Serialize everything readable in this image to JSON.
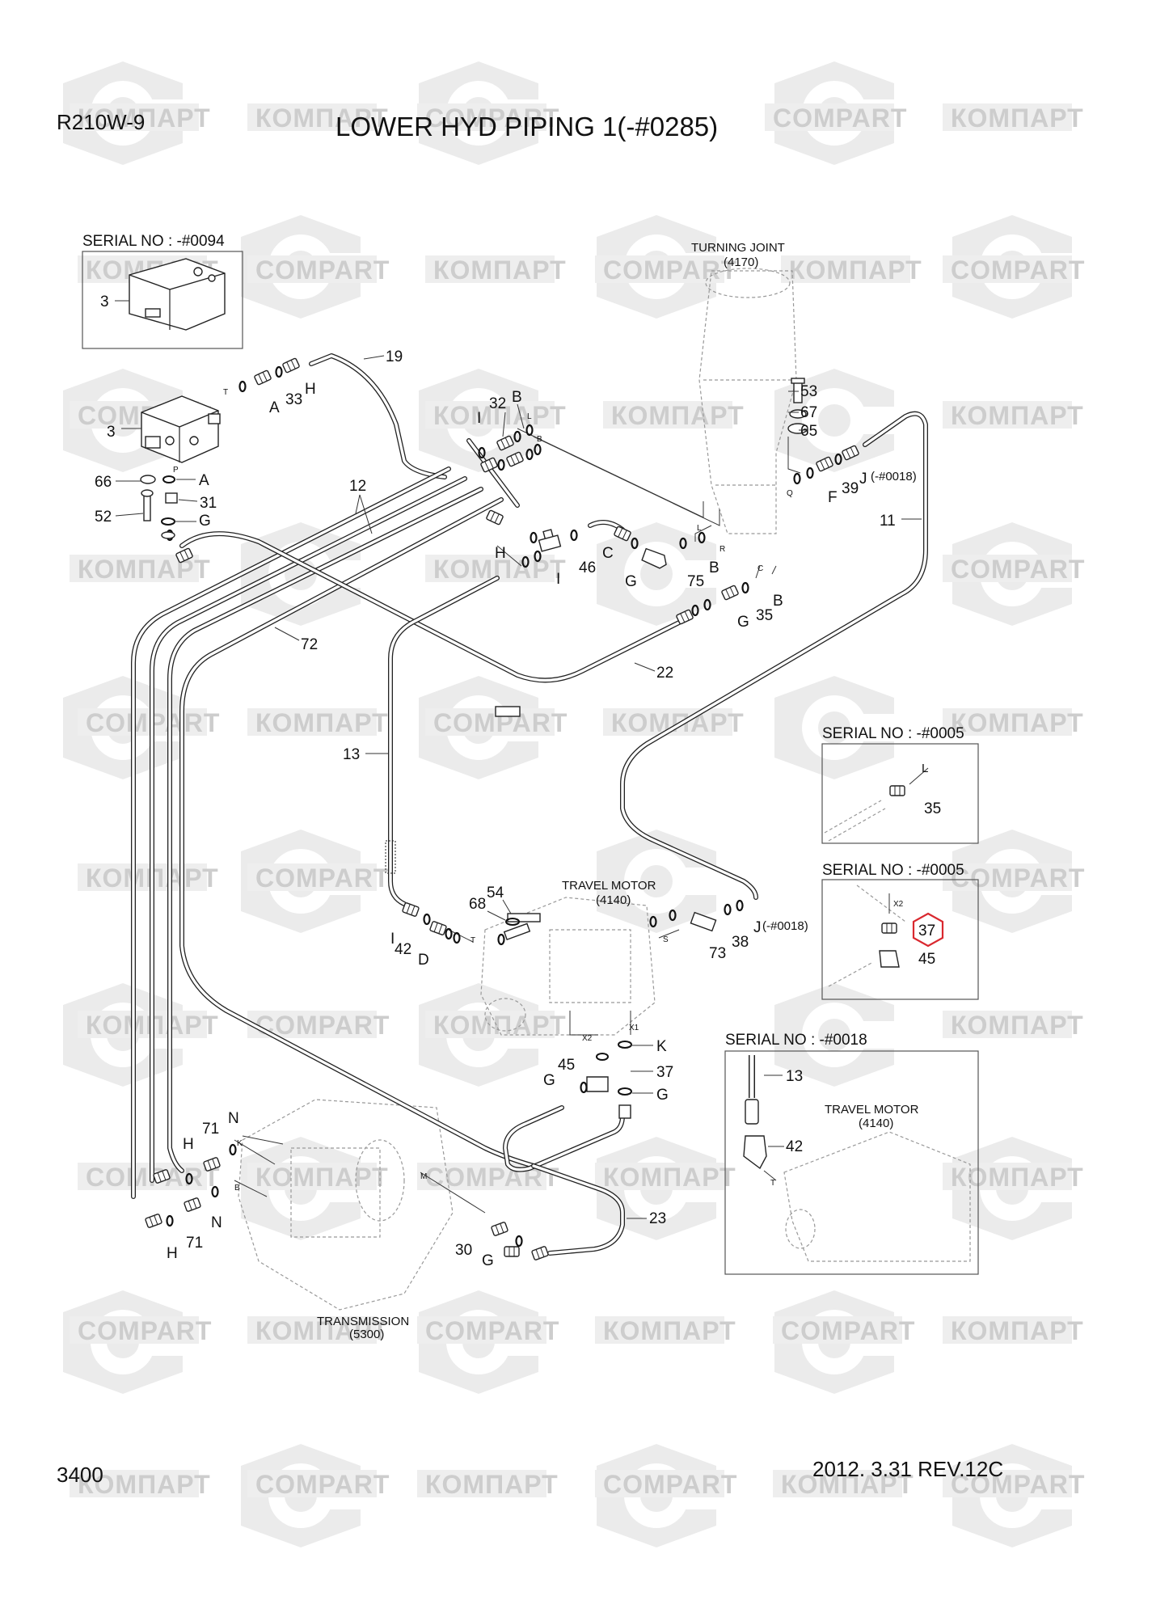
{
  "header": {
    "model": "R210W-9",
    "title": "LOWER HYD PIPING 1(-#0285)"
  },
  "footer": {
    "page_number": "3400",
    "date_revision": "2012. 3.31  REV.12C"
  },
  "watermark": {
    "text_cyrillic": "КОМПАРТ",
    "text_latin": "COMPART"
  },
  "components": {
    "turning_joint": "TURNING JOINT",
    "turning_joint_ref": "(4170)",
    "travel_motor": "TRAVEL MOTOR",
    "travel_motor_ref": "(4140)",
    "transmission": "TRANSMISSION",
    "transmission_ref": "(5300)"
  },
  "insets": {
    "serial_0094": "SERIAL NO : -#0094",
    "serial_0005_a": "SERIAL NO : -#0005",
    "serial_0005_b": "SERIAL NO : -#0005",
    "serial_0018": "SERIAL NO : -#0018",
    "inset_0018_travel_motor": "TRAVEL MOTOR",
    "inset_0018_travel_motor_ref": "(4140)"
  },
  "labels": {
    "p3a": "3",
    "p3b": "3",
    "pA1": "A",
    "p33": "33",
    "pH1": "H",
    "p19": "19",
    "pT1": "T",
    "pP1": "P",
    "p66": "66",
    "pA2": "A",
    "p31": "31",
    "p52": "52",
    "pG1": "G",
    "p32": "32",
    "pB1": "B",
    "pI1": "I",
    "p53": "53",
    "p67": "67",
    "p65": "65",
    "p39": "39",
    "pJ1": "J",
    "p0018a": "(-#0018)",
    "pF": "F",
    "pQ": "Q",
    "p12": "12",
    "p11": "11",
    "pL1": "L",
    "pR": "R",
    "pC1": "C",
    "pH2": "H",
    "pC2": "C",
    "p46": "46",
    "pI2": "I",
    "pG2": "G",
    "p75": "75",
    "pB2": "B",
    "pB3": "B",
    "pG3": "G",
    "p35a": "35",
    "p72": "72",
    "p22": "22",
    "p13a": "13",
    "pL2": "L",
    "p35b": "35",
    "pX2a": "X2",
    "p37a": "37",
    "p45a": "45",
    "p54": "54",
    "p68": "68",
    "pI3": "I",
    "p42a": "42",
    "pD": "D",
    "pT2": "T",
    "pS": "S",
    "p73": "73",
    "p38": "38",
    "pJ2": "J",
    "p0018b": "(-#0018)",
    "pX2b": "X2",
    "pX1": "X1",
    "pK1": "K",
    "p45b": "45",
    "pG4": "G",
    "p37b": "37",
    "pG5": "G",
    "p13b": "13",
    "p42b": "42",
    "pT3": "T",
    "pN1": "N",
    "p71a": "71",
    "pH3": "H",
    "pK2": "K",
    "pB4": "B",
    "pN2": "N",
    "pH4": "H",
    "p71b": "71",
    "pM": "M",
    "p23": "23",
    "p30": "30",
    "pG6": "G"
  },
  "highlight": {
    "part": "37",
    "color": "#d9282f"
  }
}
